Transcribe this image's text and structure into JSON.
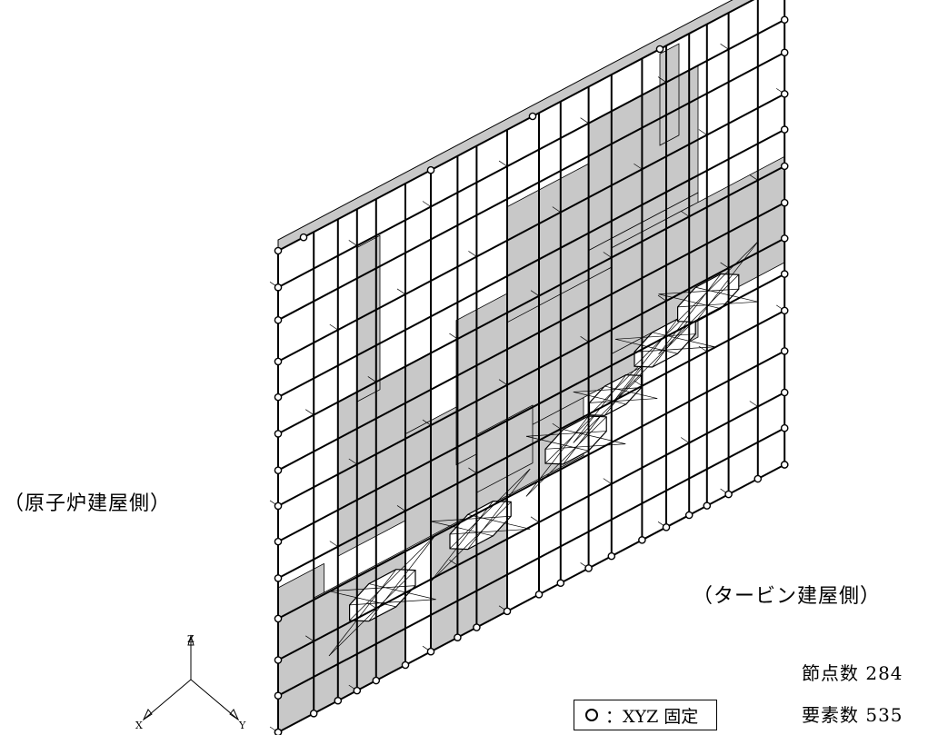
{
  "labels": {
    "reactor_side": "（原子炉建屋側）",
    "turbine_side": "（タービン建屋側）"
  },
  "stats": {
    "nodes_label": "節点数",
    "nodes_value": "284",
    "elements_label": "要素数",
    "elements_value": "535"
  },
  "legend": {
    "text": "：XYZ 固定"
  },
  "axes": {
    "x": "X",
    "y": "Y",
    "z": "Z"
  },
  "colors": {
    "line": "#000000",
    "fill": "#c8c8c8",
    "background": "#ffffff"
  }
}
